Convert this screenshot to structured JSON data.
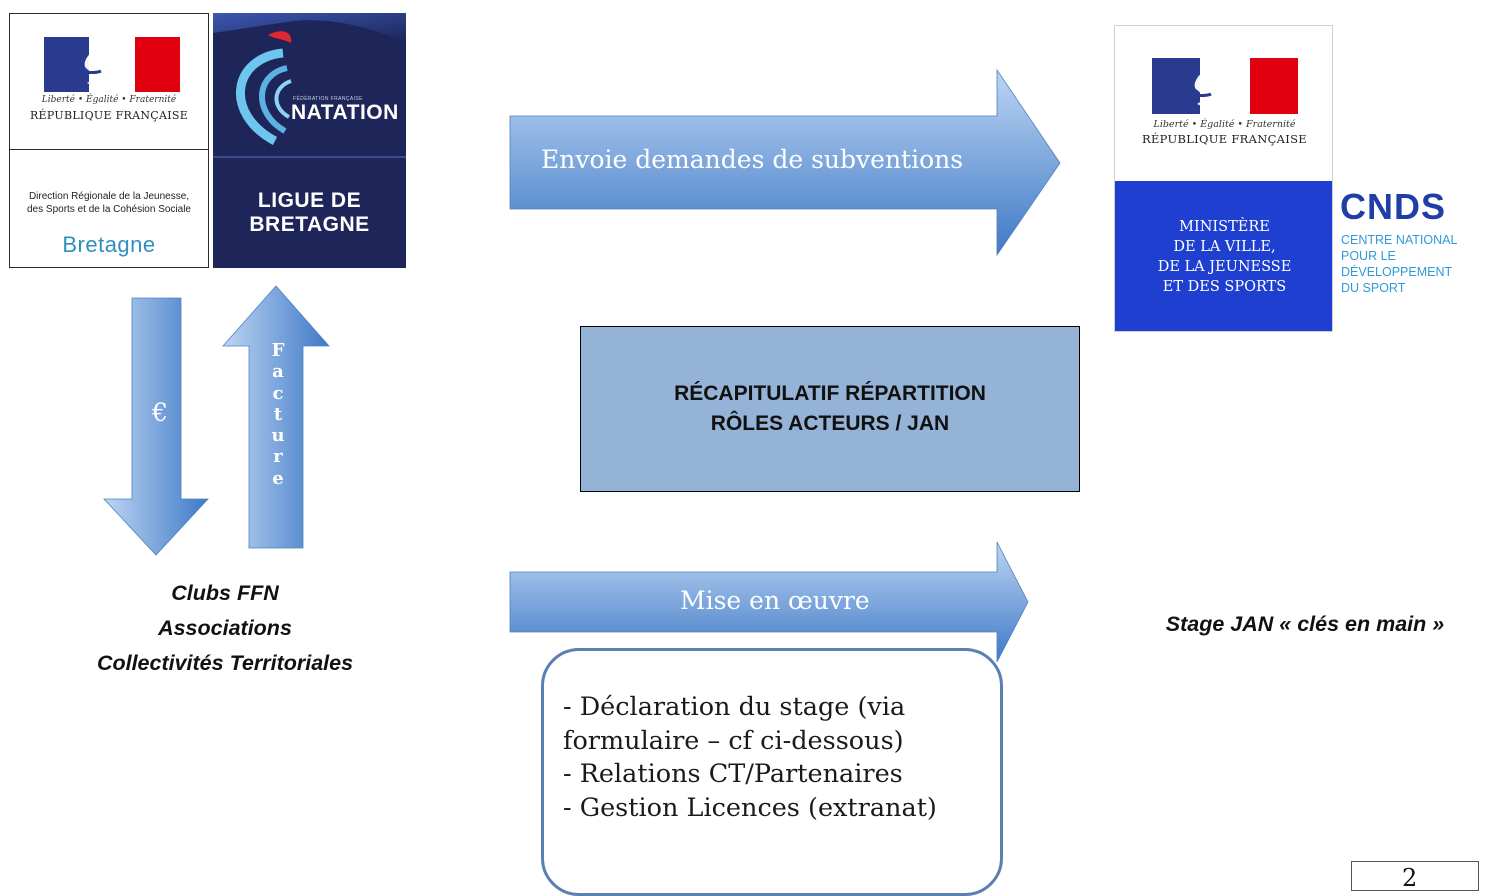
{
  "left_logos": {
    "rf_motto": "Liberté • Égalité • Fraternité",
    "rf_name": "RÉPUBLIQUE FRANÇAISE",
    "drjscs": [
      "Direction Régionale de la Jeunesse,",
      "des Sports et de la Cohésion Sociale"
    ],
    "region": "Bretagne",
    "ffn_small": "FÉDÉRATION FRANÇAISE",
    "ffn_brand": "NATATION",
    "ligue": [
      "LIGUE DE",
      "BRETAGNE"
    ]
  },
  "right_logos": {
    "rf_motto": "Liberté • Égalité • Fraternité",
    "rf_name": "RÉPUBLIQUE FRANÇAISE",
    "ministry": [
      "MINISTÈRE",
      "DE LA VILLE,",
      "DE LA JEUNESSE",
      "ET DES SPORTS"
    ],
    "cnds": "CNDS",
    "cnds_full": [
      "CENTRE NATIONAL",
      "POUR LE",
      "DÉVELOPPEMENT",
      "DU SPORT"
    ]
  },
  "arrows": {
    "subventions": "Envoie demandes de subventions",
    "mise_en_oeuvre": "Mise en œuvre",
    "euro": "€",
    "facture_letters": [
      "F",
      "a",
      "c",
      "t",
      "u",
      "r",
      "e"
    ]
  },
  "center": {
    "title": [
      "RÉCAPITULATIF RÉPARTITION",
      "RÔLES ACTEURS / JAN"
    ]
  },
  "captions": {
    "clubs": [
      "Clubs FFN",
      "Associations",
      "Collectivités Territoriales"
    ],
    "stage": "Stage JAN « clés en main »"
  },
  "tasks": [
    "- Déclaration du stage (via",
    "formulaire – cf ci-dessous)",
    "- Relations CT/Partenaires",
    "- Gestion Licences (extranat)"
  ],
  "page_number": "2",
  "colors": {
    "arrow_light": "#a9c8ee",
    "arrow_dark": "#3f79c6",
    "recap_fill": "#95b3d7",
    "rf_blue": "#2a3b8f",
    "rf_red": "#e1000f",
    "ffn_navy": "#1d2559",
    "ministry_blue": "#1f3fd0",
    "cnds_blue": "#1f3fa6",
    "cnds_light": "#2e9bd6"
  }
}
